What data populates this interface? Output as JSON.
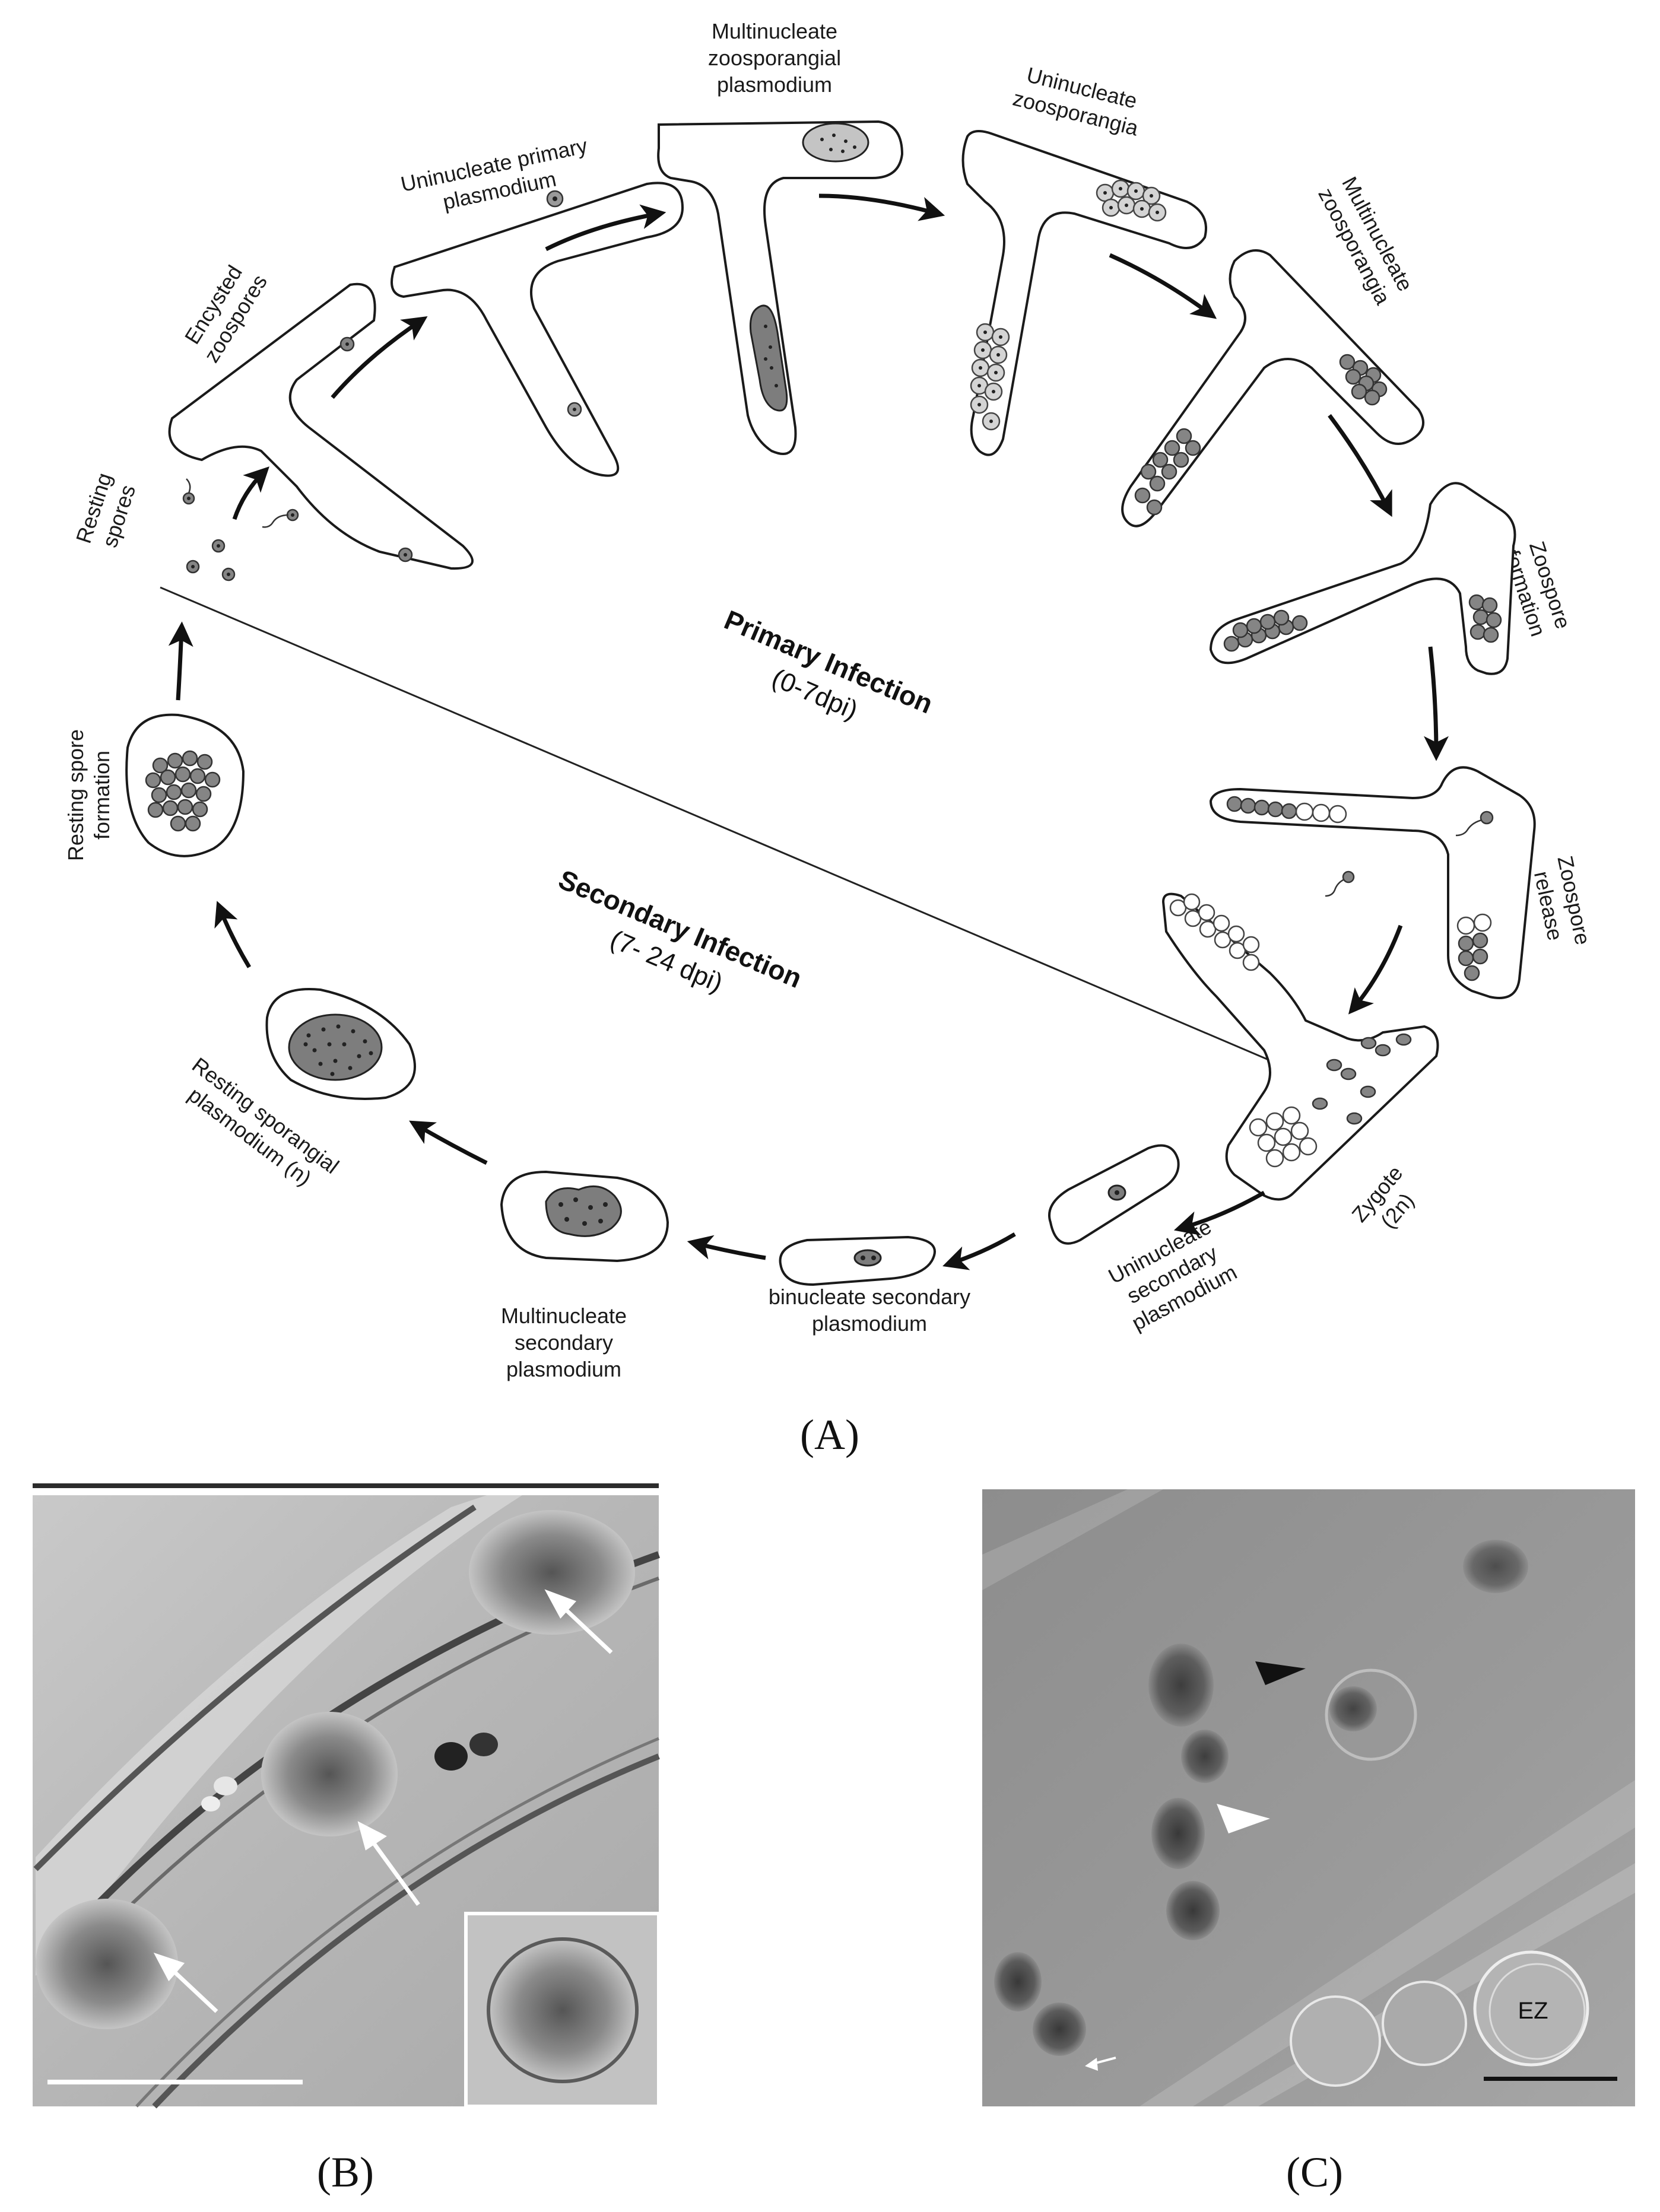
{
  "panel_a": {
    "letter": "(A)",
    "center_primary_title": "Primary Infection",
    "center_primary_sub": "(0-7dpi)",
    "center_secondary_title": "Secondary Infection",
    "center_secondary_sub": "(7- 24 dpi)",
    "stages": {
      "resting_spores": [
        "Resting",
        "spores"
      ],
      "encysted_zoospores": [
        "Encysted",
        "zoospores"
      ],
      "uninucleate_primary": [
        "Uninucleate primary",
        "plasmodium"
      ],
      "multinucleate_zoosporangial": [
        "Multinucleate",
        "zoosporangial",
        "plasmodium"
      ],
      "uninucleate_zoosporangia": [
        "Uninucleate",
        "zoosporangia"
      ],
      "multinucleate_zoosporangia": [
        "Multinucleate",
        "zoosporangia"
      ],
      "zoospore_formation": [
        "Zoospore",
        "formation"
      ],
      "zoospore_release": [
        "Zoospore",
        "release"
      ],
      "zygote": [
        "Zygote",
        "(2n)"
      ],
      "uninucleate_secondary": [
        "Uninucleate",
        "secondary",
        "plasmodium"
      ],
      "binucleate_secondary": [
        "binucleate secondary",
        "plasmodium"
      ],
      "multinucleate_secondary": [
        "Multinucleate",
        "secondary",
        "plasmodium"
      ],
      "resting_sporangial": [
        "Resting sporangial",
        "plasmodium (n)"
      ],
      "resting_spore_formation": [
        "Resting spore",
        "formation"
      ]
    }
  },
  "panel_b": {
    "letter": "(B)"
  },
  "panel_c": {
    "letter": "(C)",
    "ez_label": "EZ"
  }
}
